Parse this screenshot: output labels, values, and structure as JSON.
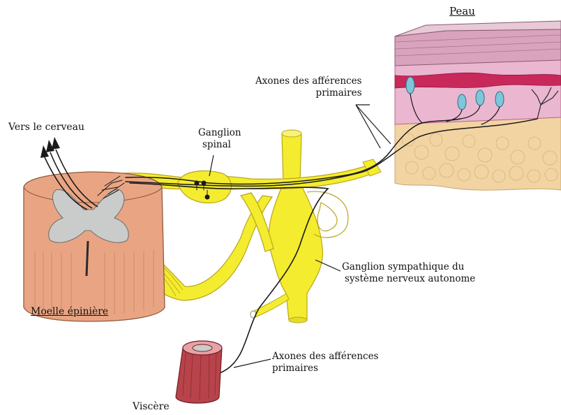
{
  "labels": {
    "peau": "Peau",
    "axones_top_1": "Axones des afférences",
    "axones_top_2": "primaires",
    "vers_cerveau": "Vers le cerveau",
    "ganglion_spinal_1": "Ganglion",
    "ganglion_spinal_2": "spinal",
    "ganglion_symp_1": "Ganglion sympathique du",
    "ganglion_symp_2": "système nerveux autonome",
    "axones_bottom_1": "Axones des afférences",
    "axones_bottom_2": "primaires",
    "moelle": "Moelle épinière",
    "viscere": "Viscère"
  },
  "colors": {
    "nerve_yellow": "#f4ec2e",
    "nerve_outline": "#b9a51c",
    "cord_salmon": "#e9a583",
    "cord_grey": "#c9ccca",
    "skin_pink": "#e5a8c4",
    "skin_red": "#c8285a",
    "fat_beige": "#f2d4a3",
    "viscera_red": "#b8434a",
    "receptor_blue": "#7ec6da",
    "axon_black": "#1a1a1a"
  }
}
